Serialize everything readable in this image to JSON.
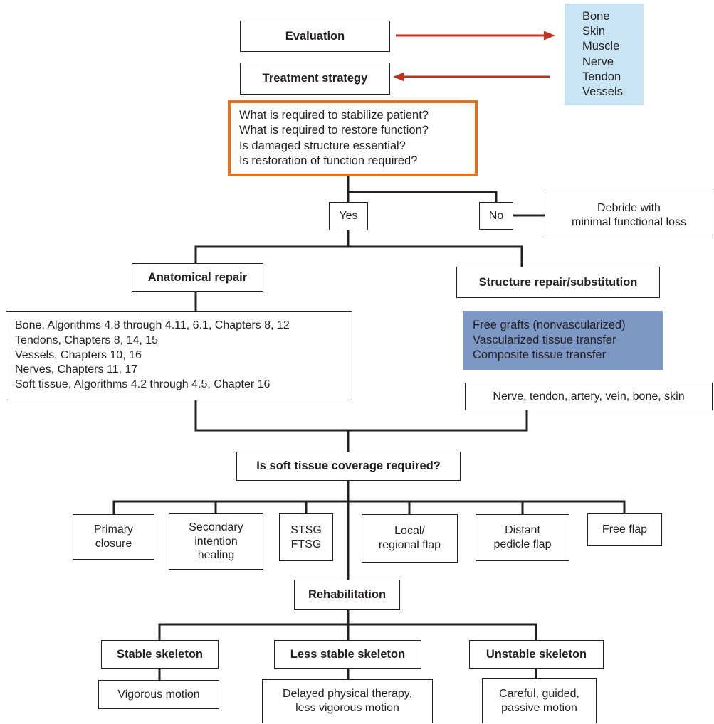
{
  "colors": {
    "line": "#231f20",
    "arrow_red": "#c0301c",
    "orange_border": "#e8701a",
    "light_blue_bg": "#c9e5f5",
    "steel_blue_bg": "#7d98c5"
  },
  "nodes": {
    "evaluation": {
      "label": "Evaluation"
    },
    "treatment_strategy": {
      "label": "Treatment strategy"
    },
    "tissues": {
      "lines": "Bone\nSkin\nMuscle\nNerve\nTendon\nVessels"
    },
    "questions": {
      "lines": "What is required to stabilize patient?\nWhat is required to restore function?\nIs damaged structure essential?\nIs restoration of function required?"
    },
    "yes": {
      "label": "Yes"
    },
    "no": {
      "label": "No"
    },
    "debride": {
      "label": "Debride with\nminimal functional loss"
    },
    "anatomical_repair": {
      "label": "Anatomical repair"
    },
    "structure_repair": {
      "label": "Structure repair/substitution"
    },
    "repair_details": {
      "lines": "Bone, Algorithms 4.8 through 4.11, 6.1, Chapters 8, 12\nTendons, Chapters 8, 14, 15\nVessels, Chapters 10, 16\nNerves, Chapters 11, 17\nSoft tissue, Algorithms 4.2 through 4.5, Chapter 16"
    },
    "grafts": {
      "lines": "Free grafts (nonvascularized)\nVascularized tissue transfer\nComposite tissue transfer"
    },
    "graft_sources": {
      "label": "Nerve, tendon, artery, vein, bone, skin"
    },
    "soft_tissue_question": {
      "label": "Is soft tissue coverage required?"
    },
    "primary_closure": {
      "label": "Primary\nclosure"
    },
    "secondary_intention": {
      "label": "Secondary\nintention\nhealing"
    },
    "stsg_ftsg": {
      "label": "STSG\nFTSG"
    },
    "local_regional_flap": {
      "label": "Local/\nregional flap"
    },
    "distant_pedicle_flap": {
      "label": "Distant\npedicle flap"
    },
    "free_flap": {
      "label": "Free flap"
    },
    "rehabilitation": {
      "label": "Rehabilitation"
    },
    "stable_skeleton": {
      "label": "Stable skeleton"
    },
    "less_stable_skeleton": {
      "label": "Less stable skeleton"
    },
    "unstable_skeleton": {
      "label": "Unstable skeleton"
    },
    "vigorous_motion": {
      "label": "Vigorous motion"
    },
    "delayed_therapy": {
      "label": "Delayed physical therapy,\nless vigorous motion"
    },
    "careful_motion": {
      "label": "Careful, guided,\npassive motion"
    }
  }
}
